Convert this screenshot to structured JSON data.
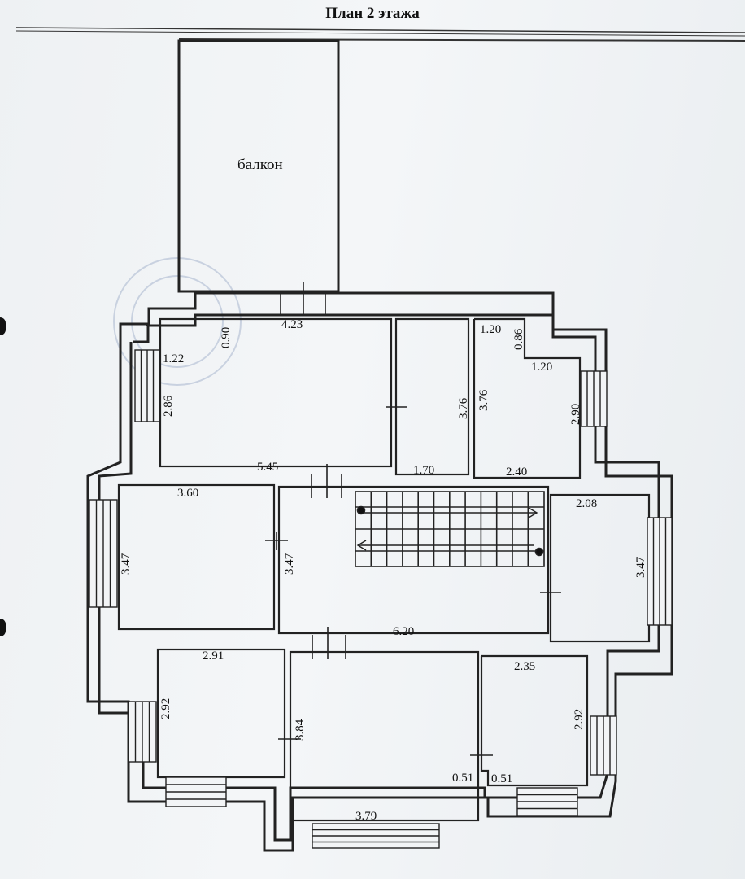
{
  "title": "План 2 этажа",
  "balcony_label": "балкон",
  "colors": {
    "wall": "#222222",
    "paper": "#f2f4f6",
    "stamp": "#7f93b8"
  },
  "dimensions": {
    "top_4_23": "4.23",
    "vert_0_90": "0.90",
    "top_1_22": "1.22",
    "vert_2_86": "2.86",
    "top_1_20": "1.20",
    "vert_0_86": "0.86",
    "right_1_20": "1.20",
    "vert_3_76_a": "3.76",
    "vert_3_76_b": "3.76",
    "vert_2_90": "2.90",
    "mid_5_45": "5.45",
    "mid_1_70": "1.70",
    "mid_2_40": "2.40",
    "left_3_60": "3.60",
    "right_2_08": "2.08",
    "vert_3_47_left": "3.47",
    "vert_3_47_center": "3.47",
    "vert_3_47_right": "3.47",
    "hall_6_20": "6.20",
    "bottom_2_91": "2.91",
    "vert_2_92_left": "2.92",
    "vert_3_84": "3.84",
    "bottom_2_35": "2.35",
    "vert_2_92_right": "2.92",
    "small_0_51_a": "0.51",
    "small_0_51_b": "0.51",
    "bottom_3_79": "3.79"
  }
}
